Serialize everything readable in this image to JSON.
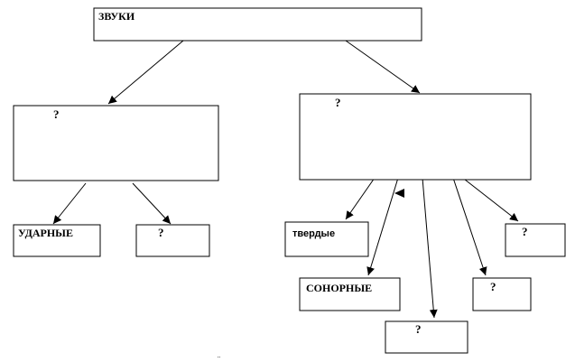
{
  "diagram": {
    "root": {
      "label": "ЗВУКИ"
    },
    "left_branch": {
      "label": "?"
    },
    "right_branch": {
      "label": "?"
    },
    "left_children": {
      "stressed": {
        "label": "УДАРНЫЕ"
      },
      "unknown": {
        "label": "?"
      }
    },
    "right_children": {
      "hard": {
        "label": "твердые"
      },
      "sonorant": {
        "label": "СОНОРНЫЕ"
      },
      "unknown_center": {
        "label": "?"
      },
      "unknown_mid": {
        "label": "?"
      },
      "unknown_right": {
        "label": "?"
      }
    },
    "footnote_mark": "¨"
  }
}
